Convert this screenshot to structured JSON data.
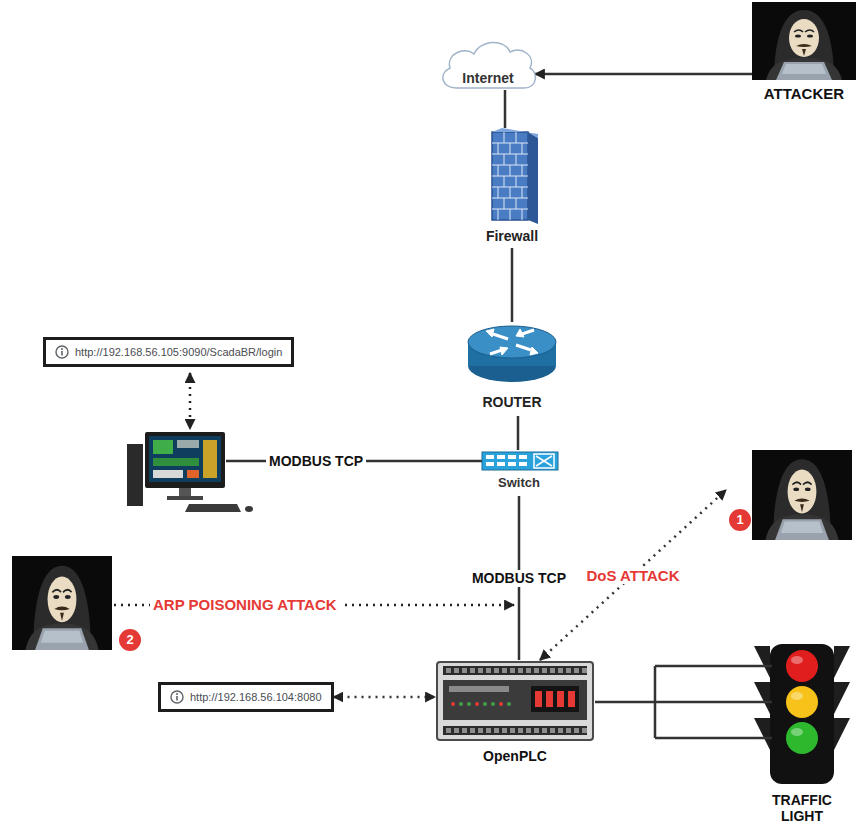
{
  "diagram": {
    "nodes": [
      {
        "text": [
          "Internet"
        ]
      },
      {
        "text": [
          "ATTACKER"
        ]
      },
      {
        "text": [
          "Firewall"
        ]
      },
      {
        "text": [
          "ROUTER"
        ]
      },
      {
        "text": [
          "http://192.168.56.105:9090/ScadaBR/login"
        ]
      },
      {
        "text": [
          "Switch"
        ]
      },
      {
        "text": [
          "1"
        ]
      },
      {
        "text": [
          "2"
        ]
      },
      {
        "text": [
          "http://192.168.56.104:8080"
        ]
      },
      {
        "text": [
          "OpenPLC"
        ]
      },
      {
        "text": [
          "TRAFFIC LIGHT"
        ]
      }
    ],
    "edges": [
      {
        "from": 1,
        "to": 0,
        "arrow": "to"
      },
      {
        "from": 0,
        "to": 2,
        "arrow": "none"
      },
      {
        "from": 2,
        "to": 3,
        "arrow": "none"
      },
      {
        "from": 3,
        "to": 5,
        "arrow": "none"
      },
      {
        "from": 5,
        "to": 9,
        "label": "MODBUS TCP",
        "arrow": "none"
      },
      {
        "from": 9,
        "to": 6,
        "label": "DoS ATTACK",
        "arrow": "both"
      },
      {
        "from": 8,
        "to": 9,
        "arrow": "both"
      },
      {
        "from": 9,
        "to": 10,
        "arrow": "none"
      }
    ],
    "labels": [
      "MODBUS TCP",
      "ARP POISONING ATTACK"
    ]
  }
}
